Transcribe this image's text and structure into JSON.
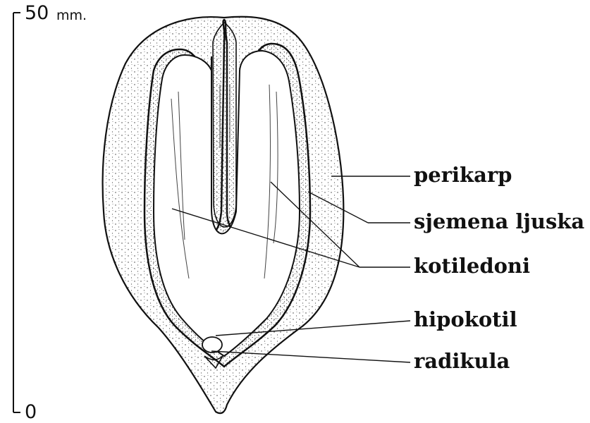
{
  "scale": {
    "top_label": "50",
    "top_unit": "mm.",
    "bottom_label": "0"
  },
  "labels": {
    "perikarp": "perikarp",
    "sjemena_ljuska": "sjemena ljuska",
    "kotiledoni": "kotiledoni",
    "hipokotil": "hipokotil",
    "radikula": "radikula"
  },
  "colors": {
    "ink": "#111111",
    "paper": "#ffffff"
  }
}
